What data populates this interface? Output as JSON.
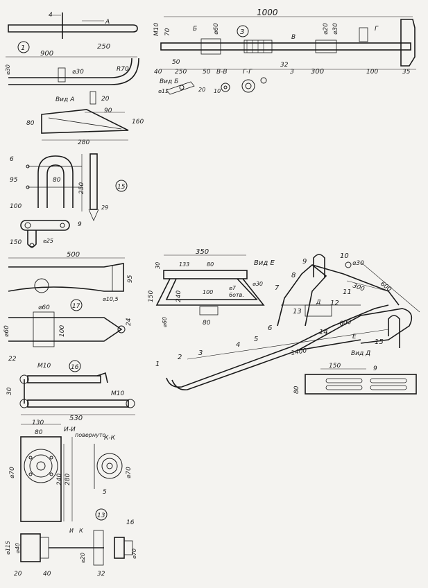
{
  "parts": {
    "p1": "1",
    "p3": "3",
    "p13": "13",
    "p15": "15",
    "p16": "16",
    "p17": "17",
    "asm": [
      "1",
      "2",
      "3",
      "4",
      "5",
      "6",
      "7",
      "8",
      "9",
      "10",
      "11",
      "12",
      "13",
      "14",
      "15"
    ]
  },
  "views": {
    "vid_a": "Вид А",
    "vid_b": "Вид Б",
    "vid_d": "Вид Д",
    "vid_e": "Вид Е",
    "sec_bb": "В-В",
    "sec_gg": "Г-Г",
    "sec_ii": "И-И",
    "sec_kk": "К-К",
    "povernuto": "повернуто"
  },
  "letters": {
    "a": "А",
    "b": "Б",
    "v": "В",
    "g": "Г",
    "z": "З",
    "d": "Д",
    "e": "Е",
    "i": "И",
    "k": "К"
  },
  "dims": {
    "p1": {
      "d4": "4",
      "d900": "900",
      "d250": "250",
      "dia30": "⌀30",
      "dia30b": "⌀30",
      "r70": "R70",
      "d20": "20",
      "d90": "90",
      "d80": "80",
      "d160": "160",
      "d280": "280"
    },
    "p3": {
      "d1000": "1000",
      "m10": "M10",
      "d70": "70",
      "dia60": "⌀60",
      "dia20": "⌀20",
      "dia30": "⌀30",
      "d50": "50",
      "d40": "40",
      "d250": "250",
      "d50b": "50",
      "d32": "32",
      "d300": "300",
      "d100": "100",
      "d35": "35",
      "dia11": "⌀11",
      "d20": "20",
      "d10": "10"
    },
    "p15": {
      "d6": "6",
      "d95": "95",
      "d80": "80",
      "d250": "250",
      "d100": "100",
      "d29": "29",
      "d9": "9",
      "d150": "150",
      "dia25": "⌀25"
    },
    "p17": {
      "d500": "500",
      "d95": "95",
      "dia10_5": "⌀10,5",
      "dia60": "⌀60",
      "dia60b": "⌀60",
      "d100": "100",
      "d24": "24",
      "d22": "22"
    },
    "p16": {
      "m10": "M10",
      "m10b": "M10",
      "d30": "30",
      "d530": "530"
    },
    "p13": {
      "d130": "130",
      "d80": "80",
      "dia70": "⌀70",
      "d240": "240",
      "d280": "280",
      "dia70b": "⌀70",
      "d5": "5",
      "dia115": "⌀115",
      "dia40": "⌀40",
      "dia20": "⌀20",
      "dia70c": "⌀70",
      "d16": "16",
      "d20": "20",
      "d40": "40",
      "d32": "32"
    },
    "e": {
      "d350": "350",
      "d133": "133",
      "d80": "80",
      "d30": "30",
      "d150": "150",
      "d240": "240",
      "d100": "100",
      "dia7": "⌀7",
      "holes": "6отв.",
      "d80b": "80",
      "dia30": "⌀30",
      "dia60": "⌀60"
    },
    "asm": {
      "dia30": "⌀30",
      "d300": "300",
      "d600": "600",
      "d600b": "600",
      "d1400": "1400"
    },
    "d": {
      "d150": "150",
      "d9": "9",
      "d80": "80"
    }
  }
}
